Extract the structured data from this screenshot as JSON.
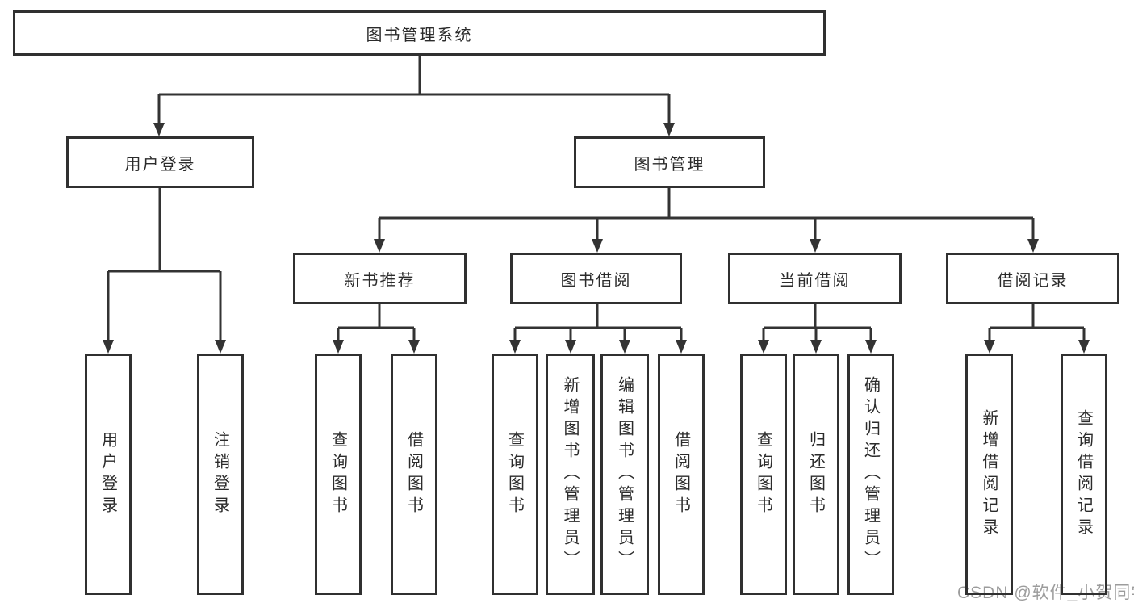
{
  "diagram": {
    "type": "hierarchy-tree",
    "title": "图书管理系统",
    "colors": {
      "background": "#ffffff",
      "line": "#333333",
      "box_border": "#303030",
      "text": "#2b2b2b",
      "watermark": "#9c9c9c"
    }
  },
  "tree": {
    "label": "图书管理系统",
    "children": [
      {
        "label": "用户登录",
        "children": [
          {
            "label": "用户登录"
          },
          {
            "label": "注销登录"
          }
        ]
      },
      {
        "label": "图书管理",
        "children": [
          {
            "label": "新书推荐",
            "children": [
              {
                "label": "查询图书"
              },
              {
                "label": "借阅图书"
              }
            ]
          },
          {
            "label": "图书借阅",
            "children": [
              {
                "label": "查询图书"
              },
              {
                "label": "新增图书（管理员）"
              },
              {
                "label": "编辑图书（管理员）"
              },
              {
                "label": "借阅图书"
              }
            ]
          },
          {
            "label": "当前借阅",
            "children": [
              {
                "label": "查询图书"
              },
              {
                "label": "归还图书"
              },
              {
                "label": "确认归还（管理员）"
              }
            ]
          },
          {
            "label": "借阅记录",
            "children": [
              {
                "label": "新增借阅记录"
              },
              {
                "label": "查询借阅记录"
              }
            ]
          }
        ]
      }
    ]
  },
  "watermark": {
    "text": "CSDN @软件_小贺同学"
  }
}
